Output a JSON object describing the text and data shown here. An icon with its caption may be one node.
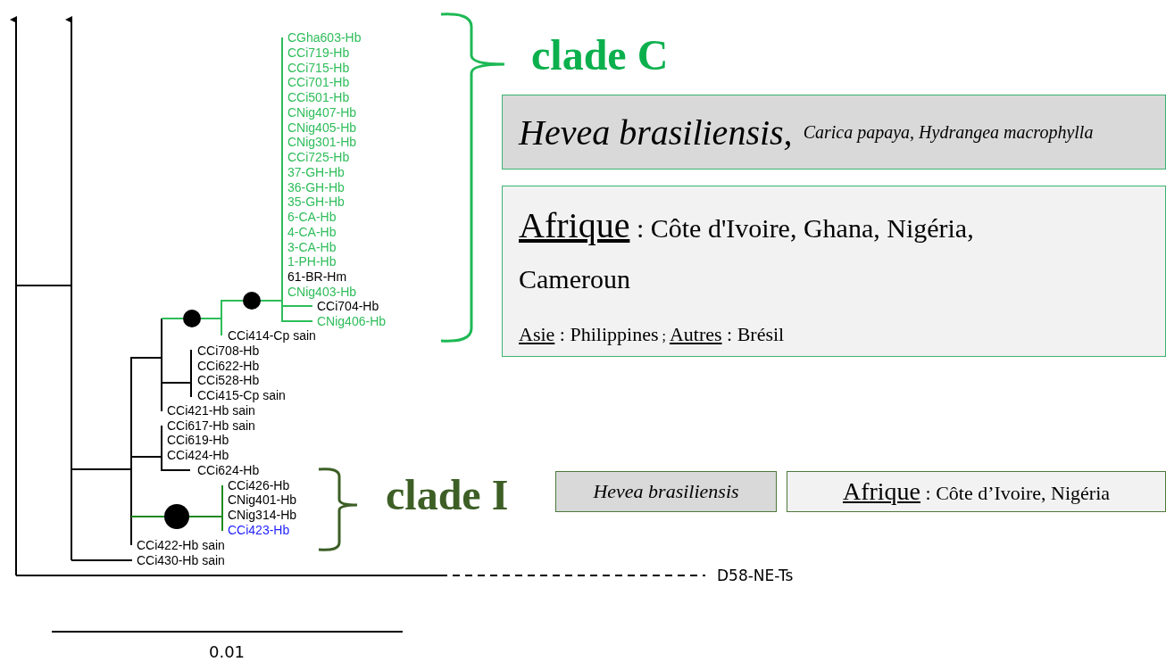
{
  "diagram": {
    "nodes": [
      {
        "text": [
          "Hevea brasiliensis,",
          "Carica papaya, Hydrangea macrophylla"
        ]
      },
      {
        "text": [
          "Afrique : Côte d'Ivoire, Ghana, Nigéria, Cameroun",
          "Asie : Philippines ; Autres : Brésil"
        ]
      },
      {
        "text": [
          "Hevea brasiliensis"
        ]
      },
      {
        "text": [
          "Afrique : Côte d’Ivoire, Nigéria"
        ]
      }
    ],
    "edges": [],
    "labels": [
      "clade C",
      "CGha603-Hb",
      "CCi719-Hb",
      "CCi715-Hb",
      "CCi701-Hb",
      "CCi501-Hb",
      "CNig407-Hb",
      "CNig405-Hb",
      "CNig301-Hb",
      "CCi725-Hb",
      "37-GH-Hb",
      "36-GH-Hb",
      "35-GH-Hb",
      "6-CA-Hb",
      "4-CA-Hb",
      "3-CA-Hb",
      "1-PH-Hb",
      "61-BR-Hm",
      "CNig403-Hb",
      "CCi704-Hb",
      "CNig406-Hb",
      "CCi414-Cp sain",
      "CCi708-Hb",
      "CCi622-Hb",
      "CCi528-Hb",
      "CCi415-Cp sain",
      "CCi421-Hb sain",
      "CCi617-Hb sain",
      "CCi619-Hb",
      "CCi424-Hb",
      "CCi624-Hb",
      "CCi426-Hb",
      "CNig401-Hb",
      "CNig314-Hb",
      "CCi423-Hb",
      "CCi422-Hb sain",
      "CCi430-Hb sain",
      "clade I",
      "D58-NE-Ts",
      "0.01"
    ]
  }
}
